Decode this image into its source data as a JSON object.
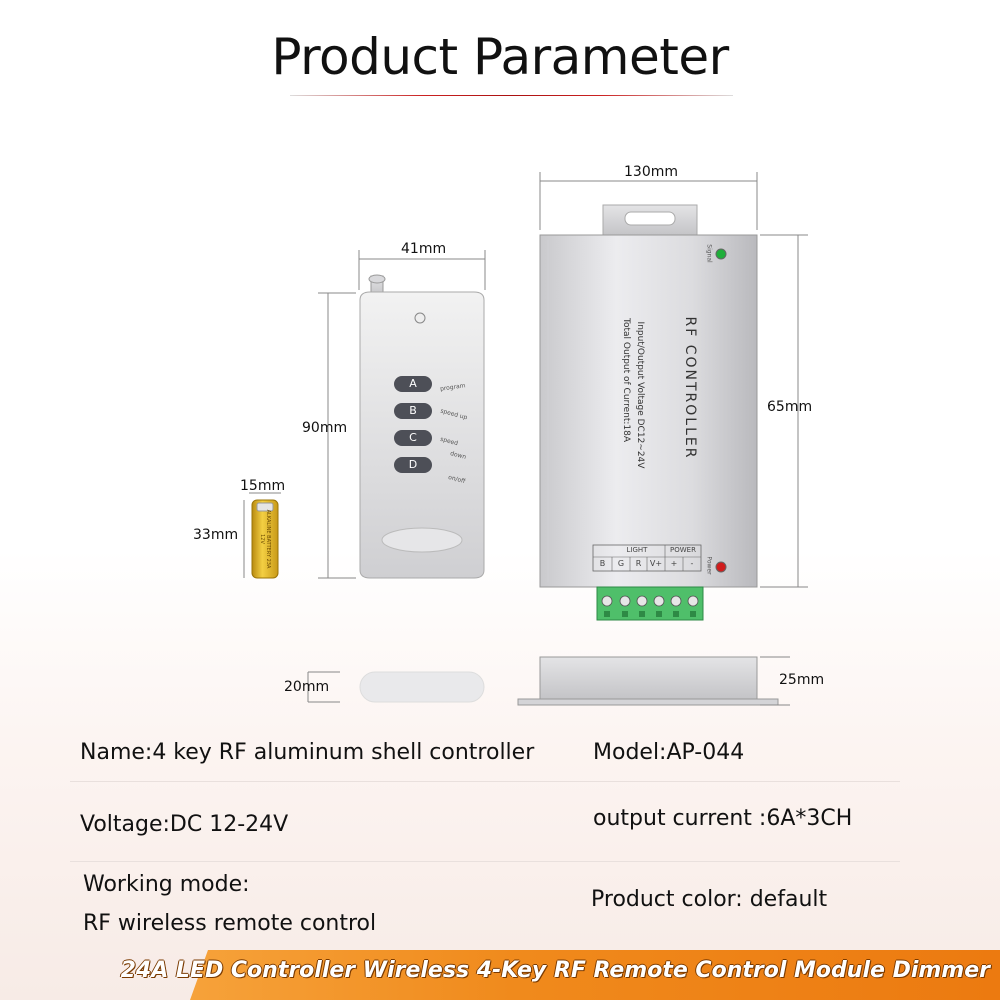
{
  "header": {
    "title": "Product Parameter"
  },
  "dimensions": {
    "remote_width": "41mm",
    "remote_height": "90mm",
    "battery_width": "15mm",
    "battery_height": "33mm",
    "controller_width": "130mm",
    "controller_height": "65mm",
    "remote_thickness": "20mm",
    "controller_thickness": "25mm"
  },
  "remote": {
    "buttons": [
      "A",
      "B",
      "C",
      "D"
    ],
    "labels": [
      "program",
      "speed up",
      "speed",
      "down",
      "on/off"
    ]
  },
  "battery": {
    "label": "ALKALINE BATTERY 23A 12V"
  },
  "controller": {
    "name": "RF  CONTROLLER",
    "line1": "Input/Output Voltage  DC12~24V",
    "line2": "Total Output of Current:18A",
    "signal_label": "Signal",
    "power_label": "Power",
    "light_header": "LIGHT",
    "power_header": "POWER",
    "terminals": [
      "B",
      "G",
      "R",
      "V+",
      "+",
      "-"
    ]
  },
  "specs": {
    "name": "Name:4 key RF aluminum shell controller",
    "model": "Model:AP-044",
    "voltage": "Voltage:DC 12-24V",
    "output_current": "output current :6A*3CH",
    "working_mode_label": "Working mode:",
    "working_mode_value": "RF wireless remote control",
    "product_color": "Product color: default"
  },
  "banner": {
    "text": "24A LED Controller Wireless 4-Key RF Remote Control Module Dimmer"
  },
  "colors": {
    "banner": "#f08a1c",
    "title_rule": "#a11111",
    "signal_led": "#1fae3a",
    "power_led": "#d01c1c",
    "terminal_block": "#4fbf6a"
  }
}
